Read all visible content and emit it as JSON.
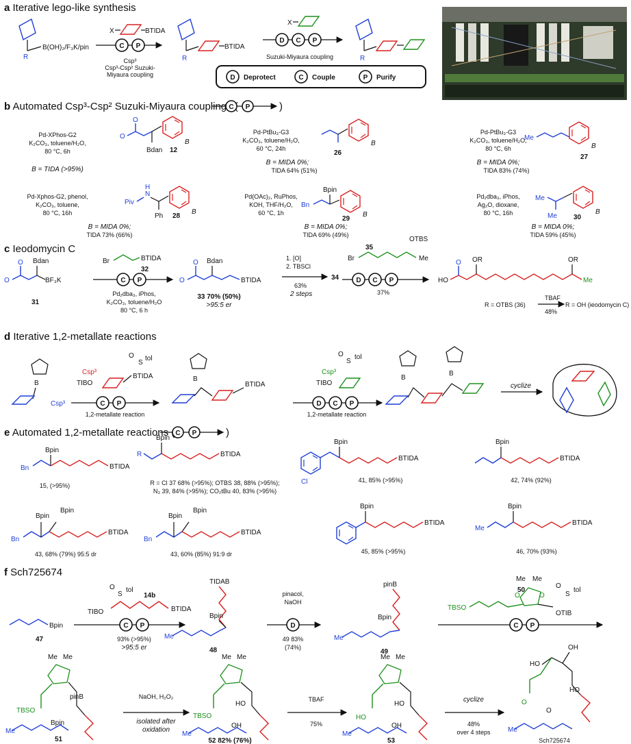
{
  "panels": {
    "a": {
      "letter": "a",
      "title": "Iterative lego-like synthesis"
    },
    "b": {
      "letter": "b",
      "title": "Automated Csp³-Csp² Suzuki-Miyaura couplings ("
    },
    "c": {
      "letter": "c",
      "title": "Ieodomycin C"
    },
    "d": {
      "letter": "d",
      "title": "Iterative 1,2-metallate reactions"
    },
    "e": {
      "letter": "e",
      "title": "Automated 1,2-metallate reactions ("
    },
    "f": {
      "letter": "f",
      "title": "Sch725674"
    }
  },
  "closing_paren": ")",
  "steps": {
    "deprotect": "D",
    "couple": "C",
    "purify": "P"
  },
  "legend": {
    "deprotect": "Deprotect",
    "couple": "Couple",
    "purify": "Purify"
  },
  "atoms": {
    "btida": "BTIDA",
    "tidab": "TIDAB",
    "bdan": "Bdan",
    "bpin": "Bpin",
    "pinb": "pinB",
    "b": "B",
    "me": "Me",
    "bn": "Bn",
    "piv": "Piv",
    "ph": "Ph",
    "r": "R",
    "cl": "Cl",
    "o": "O",
    "n": "N",
    "h": "H",
    "s": "S",
    "tol": "tol",
    "tibo": "TIBO",
    "otib": "OTIB",
    "tbso": "TBSO",
    "ho": "HO",
    "oh": "OH",
    "otbs": "OTBS",
    "or": "OR",
    "br": "Br",
    "x": "X",
    "bf3k": "BF₃K",
    "boron_reagents": "B(OH)₂/F₃K/pin",
    "csp3": "Csp³",
    "csp2": "Csp³",
    "minus": "–",
    "methoxy": "O"
  },
  "panel_a": {
    "cond1": "Csp³-Csp² Suzuki-",
    "cond2": "Miyaura coupling",
    "cond3": "Suzuki-Miyaura coupling"
  },
  "panel_b": {
    "c12": [
      "Pd-XPhos-G2",
      "K₂CO₃, toluene/H₂O,",
      "80 °C, 6h"
    ],
    "y12": "B = TIDA (>95%)",
    "n12": "12",
    "c26": [
      "Pd-PtBu₃-G3",
      "K₂CO₃, toluene/H₂O,",
      "60 °C, 24h"
    ],
    "y26a": "B = MIDA 0%;",
    "y26b": "TIDA 64% (51%)",
    "n26": "26",
    "c27": [
      "Pd-PtBu₃-G3",
      "K₂CO₃, toluene/H₂O,",
      "80 °C, 6h"
    ],
    "y27a": "B = MIDA 0%;",
    "y27b": "TIDA 83% (74%)",
    "n27": "27",
    "c28": [
      "Pd-Xphos-G2, phenol,",
      "K₂CO₃, toluene,",
      "80 °C, 16h"
    ],
    "y28a": "B = MIDA 0%;",
    "y28b": "TIDA 73% (66%)",
    "n28": "28",
    "c29": [
      "Pd(OAc)₂, RuPhos,",
      "KOH, THF/H₂O,",
      "60 °C, 1h"
    ],
    "y29a": "B = MIDA 0%;",
    "y29b": "TIDA 69% (49%)",
    "n29": "29",
    "c30": [
      "Pd₂dba₃, iPhos,",
      "Ag₂O, dioxane,",
      "80 °C, 16h"
    ],
    "y30a": "B = MIDA 0%;",
    "y30b": "TIDA 59% (45%)",
    "n30": "30"
  },
  "panel_c": {
    "n31": "31",
    "n32": "32",
    "n33": "33 70% (50%)",
    "er33": ">95:5 er",
    "cond": [
      "Pd₂dba₃, iPhos,",
      "K₂CO₃, toluene/H₂O",
      "80 °C, 6 h"
    ],
    "step1": "1. [O]",
    "step2": "2. TBSCl",
    "yield2": "63%",
    "note2": "2 steps",
    "n34": "34",
    "n35": "35",
    "yield3": "37%",
    "rdef": "R = OTBS (36)",
    "tbaf": "TBAF",
    "tbafy": "48%",
    "final": "R = OH (ieodomycin C)"
  },
  "panel_d": {
    "label1": "1,2-metallate reaction",
    "label2": "1,2-metallate reaction",
    "cyclize": "cyclize"
  },
  "panel_e": {
    "p15": "15, (>95%)",
    "r1": "R = Cl 37 68% (>95%); OTBS 38, 88% (>95%);",
    "r2": "N₃ 39, 84% (>95%); CO₂tBu 40, 83% (>95%)",
    "p41": "41, 85% (>95%)",
    "p42": "42, 74% (92%)",
    "p43a": "43, 68% (79%) 95:5 dr",
    "p43b": "43, 60% (85%) 91:9 dr",
    "p45": "45, 85% (>95%)",
    "p46": "46, 70% (93%)"
  },
  "panel_f": {
    "n14b": "14b",
    "n47": "47",
    "y48": "93% (>95%)",
    "er48": ">95:5 er",
    "n48": "48",
    "reag1": "pinacol,",
    "reag2": "NaOH",
    "y49": "49 83%",
    "y49b": "(74%)",
    "n49": "49",
    "n50": "50",
    "n51": "51",
    "ox": "NaOH, H₂O₂",
    "ox2": "isolated after",
    "ox3": "oxidation",
    "n52": "52 82% (76%)",
    "tbaf": "TBAF",
    "tbafy": "75%",
    "n53": "53",
    "cyc": "cyclize",
    "cycy": "48%",
    "cycy2": "over 4 steps",
    "final": "Sch725674"
  },
  "colors": {
    "blue": "#1f3fd6",
    "red": "#d81e1e",
    "green": "#1b8f1b",
    "photo_bg": "#2e3a2a"
  }
}
